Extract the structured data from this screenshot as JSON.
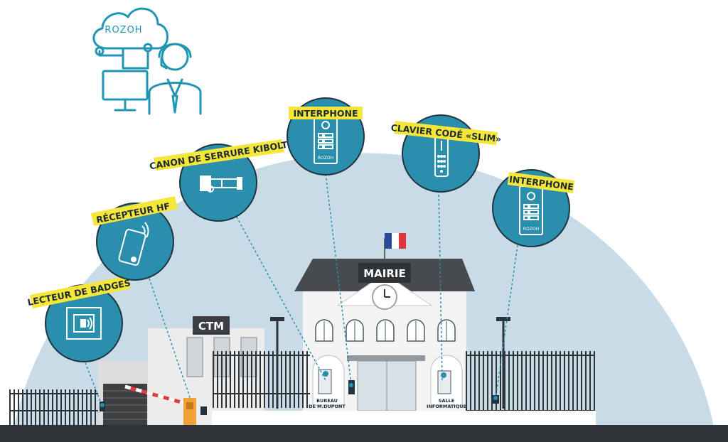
{
  "brand": {
    "cloud_label": "ROZOH"
  },
  "devices": [
    {
      "id": "lecteur",
      "label": "LECTEUR DE BADGES"
    },
    {
      "id": "recepteur",
      "label": "RÉCEPTEUR HF"
    },
    {
      "id": "canon",
      "label": "CANON DE SERRURE KIBOLT"
    },
    {
      "id": "interphone1",
      "label": "INTERPHONE"
    },
    {
      "id": "clavier",
      "label": "CLAVIER CODÉ «SLIM»"
    },
    {
      "id": "interphone2",
      "label": "INTERPHONE"
    }
  ],
  "device_brand": "ROZOH",
  "buildings": {
    "mairie": "MAIRIE",
    "ctm": "CTM",
    "bureau": [
      "BUREAU",
      "DE M.DUPONT"
    ],
    "salle": [
      "SALLE",
      "INFORMATIQUE"
    ]
  },
  "colors": {
    "dome": "#c8dbe6",
    "circle": "#2a8fac",
    "circle_stroke": "#1f3340",
    "tag": "#f5e63a",
    "accent": "#2196b4",
    "roof": "#474a4f",
    "ground": "#2e3337"
  }
}
